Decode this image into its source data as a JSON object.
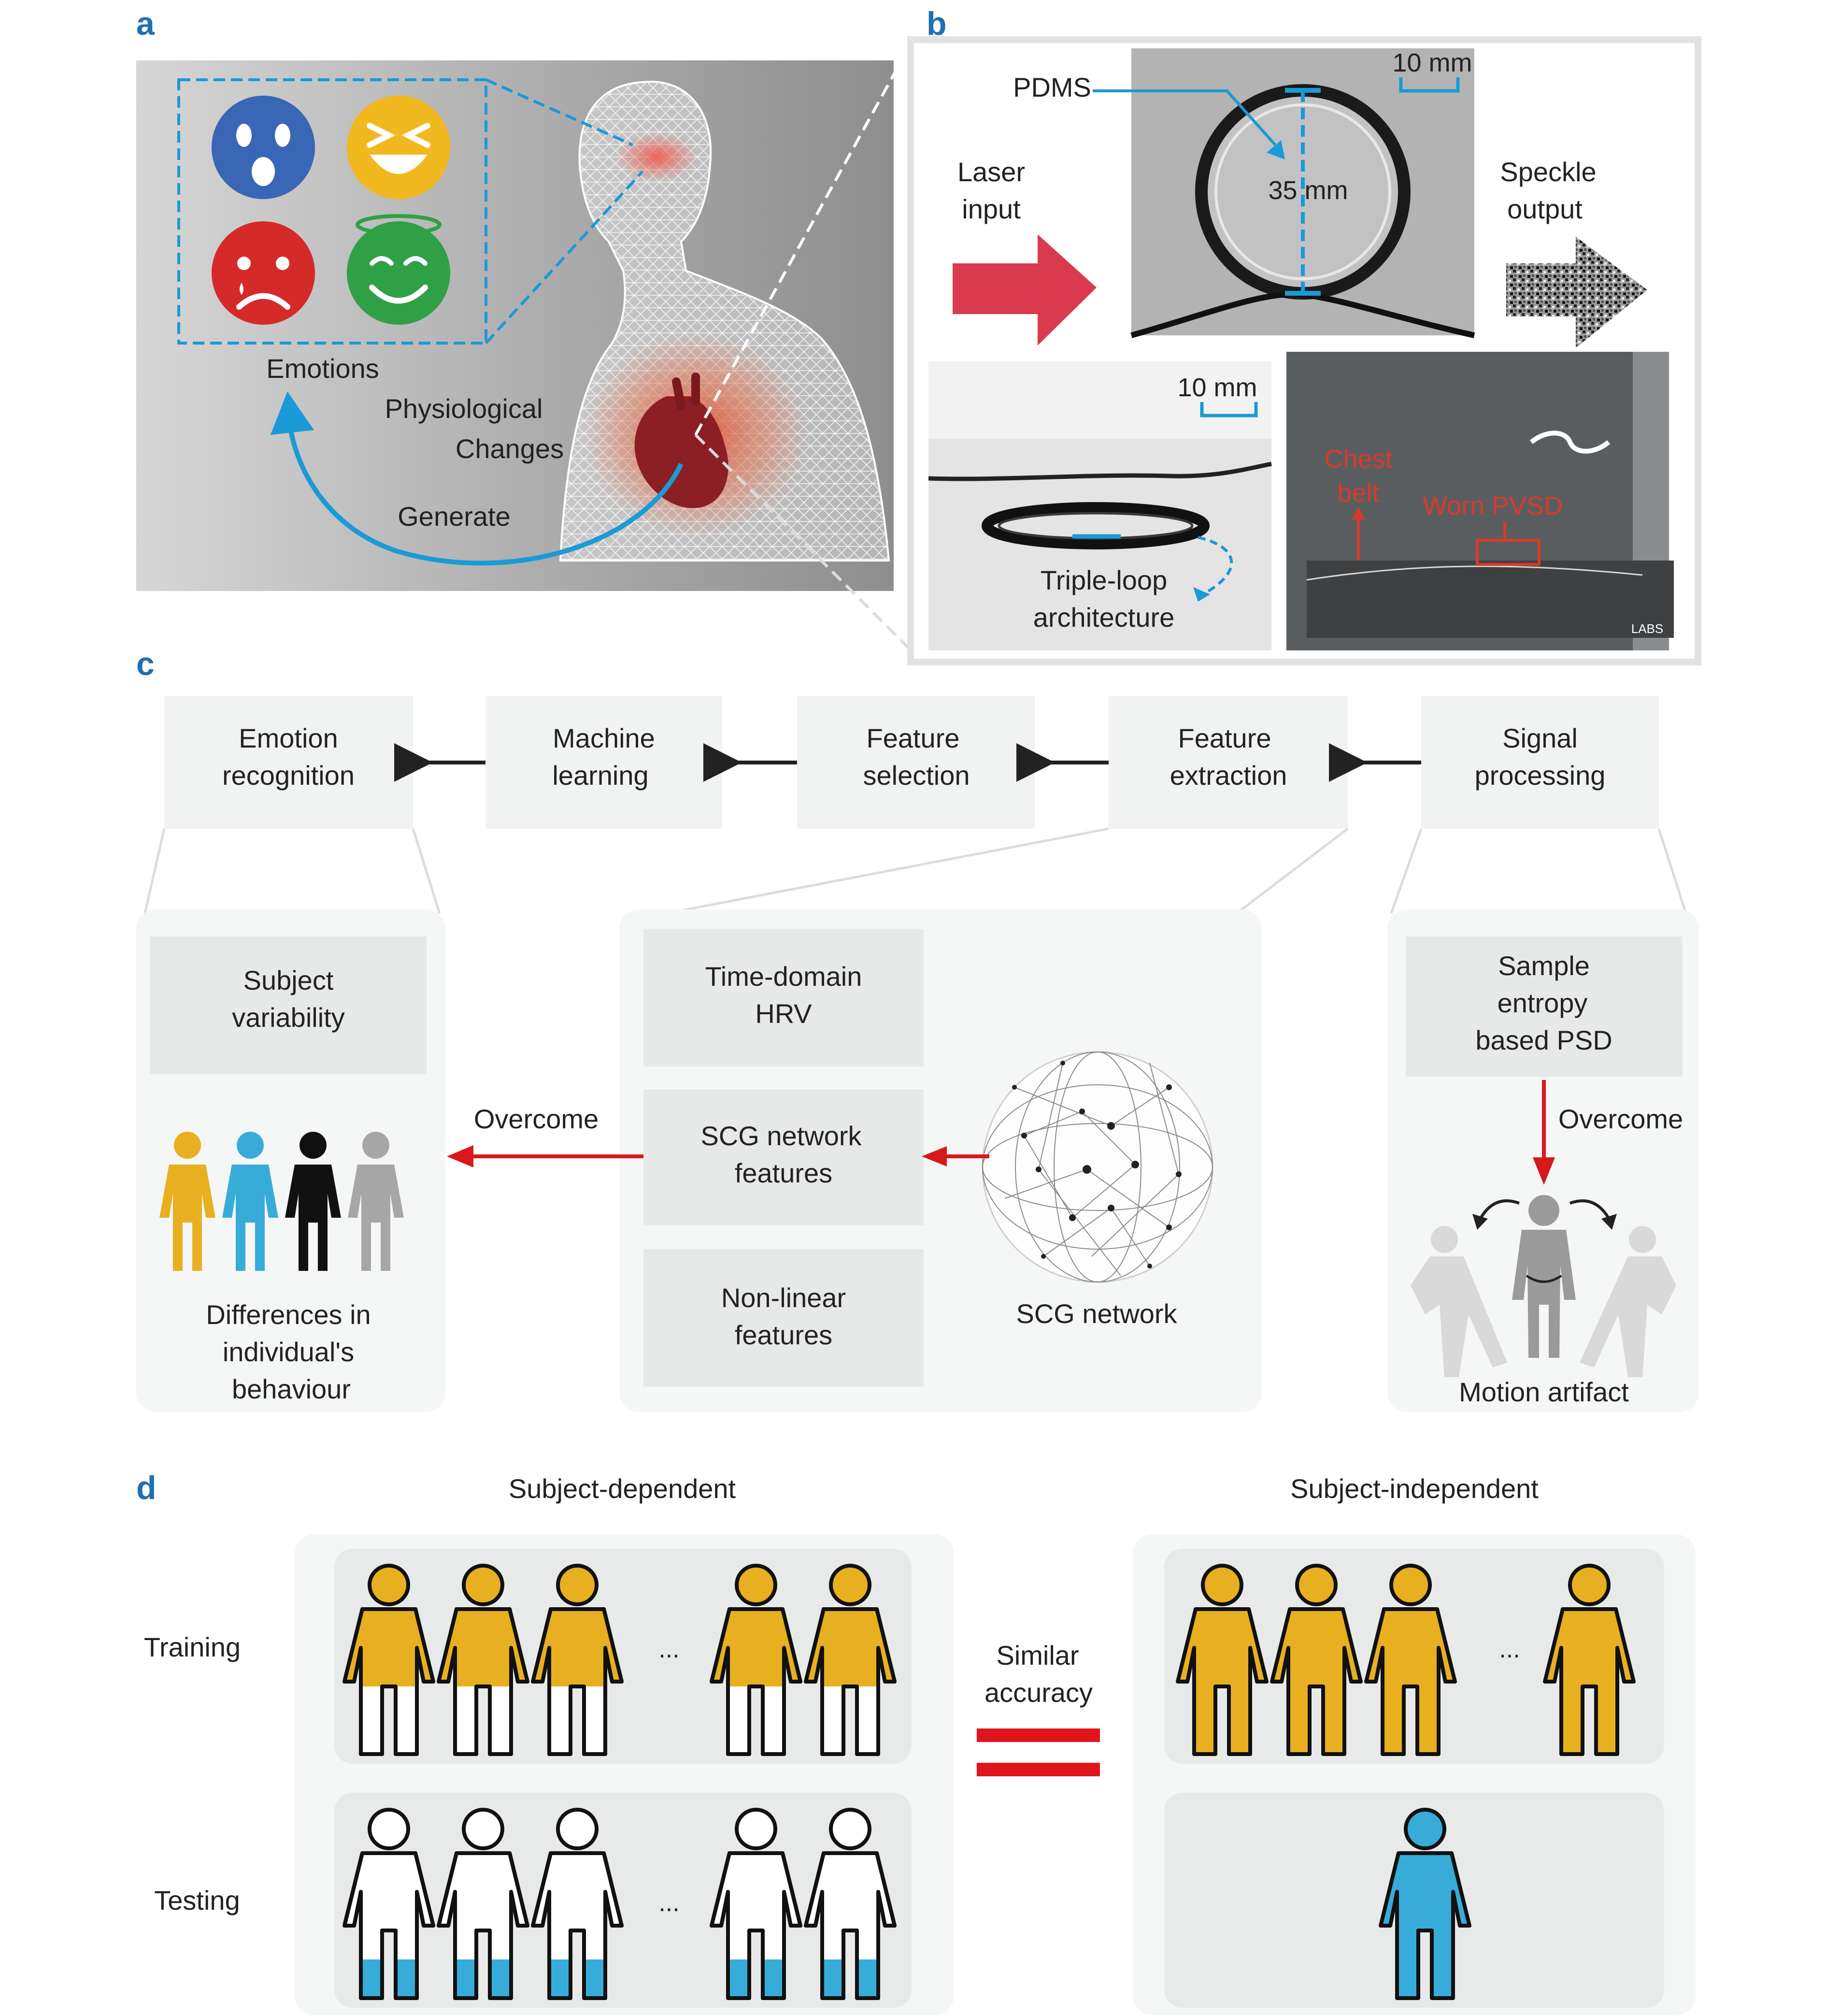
{
  "panels": {
    "a": "a",
    "b": "b",
    "c": "c",
    "d": "d"
  },
  "panel_a": {
    "emotions_label": "Emotions",
    "physio_line1": "Physiological",
    "physio_line2": "Changes",
    "generate_label": "Generate"
  },
  "panel_b": {
    "pdms_label": "PDMS",
    "scale_top": "10 mm",
    "diameter": "35 mm",
    "laser_line1": "Laser",
    "laser_line2": "input",
    "speckle_line1": "Speckle",
    "speckle_line2": "output",
    "scale_bottom": "10 mm",
    "triple_line1": "Triple-loop",
    "triple_line2": "architecture",
    "chest_line1": "Chest",
    "chest_line2": "belt",
    "worn_label": "Worn PVSD",
    "labs_label": "LABS"
  },
  "panel_c": {
    "steps": [
      {
        "line1": "Emotion",
        "line2": "recognition"
      },
      {
        "line1": "Machine",
        "line2": "learning"
      },
      {
        "line1": "Feature",
        "line2": "selection"
      },
      {
        "line1": "Feature",
        "line2": "extraction"
      },
      {
        "line1": "Signal",
        "line2": "processing"
      }
    ],
    "subject_var": {
      "line1": "Subject",
      "line2": "variability"
    },
    "differences": {
      "line1": "Differences in",
      "line2": "individual's",
      "line3": "behaviour"
    },
    "overcome_left": "Overcome",
    "features": [
      {
        "line1": "Time-domain",
        "line2": "HRV"
      },
      {
        "line1": "SCG network",
        "line2": "features"
      },
      {
        "line1": "Non-linear",
        "line2": "features"
      }
    ],
    "scg_network": "SCG network",
    "sample_entropy": {
      "line1": "Sample",
      "line2": "entropy",
      "line3": "based PSD"
    },
    "overcome_right": "Overcome",
    "motion_artifact": "Motion artifact"
  },
  "panel_d": {
    "subject_dependent": "Subject-dependent",
    "subject_independent": "Subject-independent",
    "training": "Training",
    "testing": "Testing",
    "similar_line1": "Similar",
    "similar_line2": "accuracy",
    "ellipsis": "..."
  },
  "colors": {
    "panel_label": "#1f6fb5",
    "blue_arrow": "#1a9ad6",
    "red_arrow": "#d7191c",
    "gold": "#e8b020",
    "sky": "#38acd8",
    "grey_box": "#ececec",
    "light_bg": "#f5f6f6",
    "text": "#222222"
  }
}
